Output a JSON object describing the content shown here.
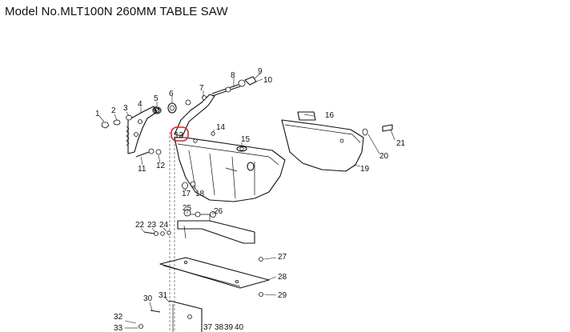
{
  "title": "Model No.MLT100N 260MM TABLE SAW",
  "colors": {
    "highlight": "#e02020",
    "ink": "#111111"
  },
  "part_labels": [
    "1",
    "2",
    "3",
    "4",
    "5",
    "6",
    "7",
    "8",
    "9",
    "10",
    "11",
    "12",
    "13",
    "14",
    "15",
    "16",
    "17",
    "18",
    "19",
    "20",
    "21",
    "22",
    "23",
    "24",
    "25",
    "26",
    "27",
    "28",
    "29",
    "30",
    "31",
    "32",
    "33",
    "37",
    "38",
    "39",
    "40"
  ],
  "highlighted_part": "13"
}
